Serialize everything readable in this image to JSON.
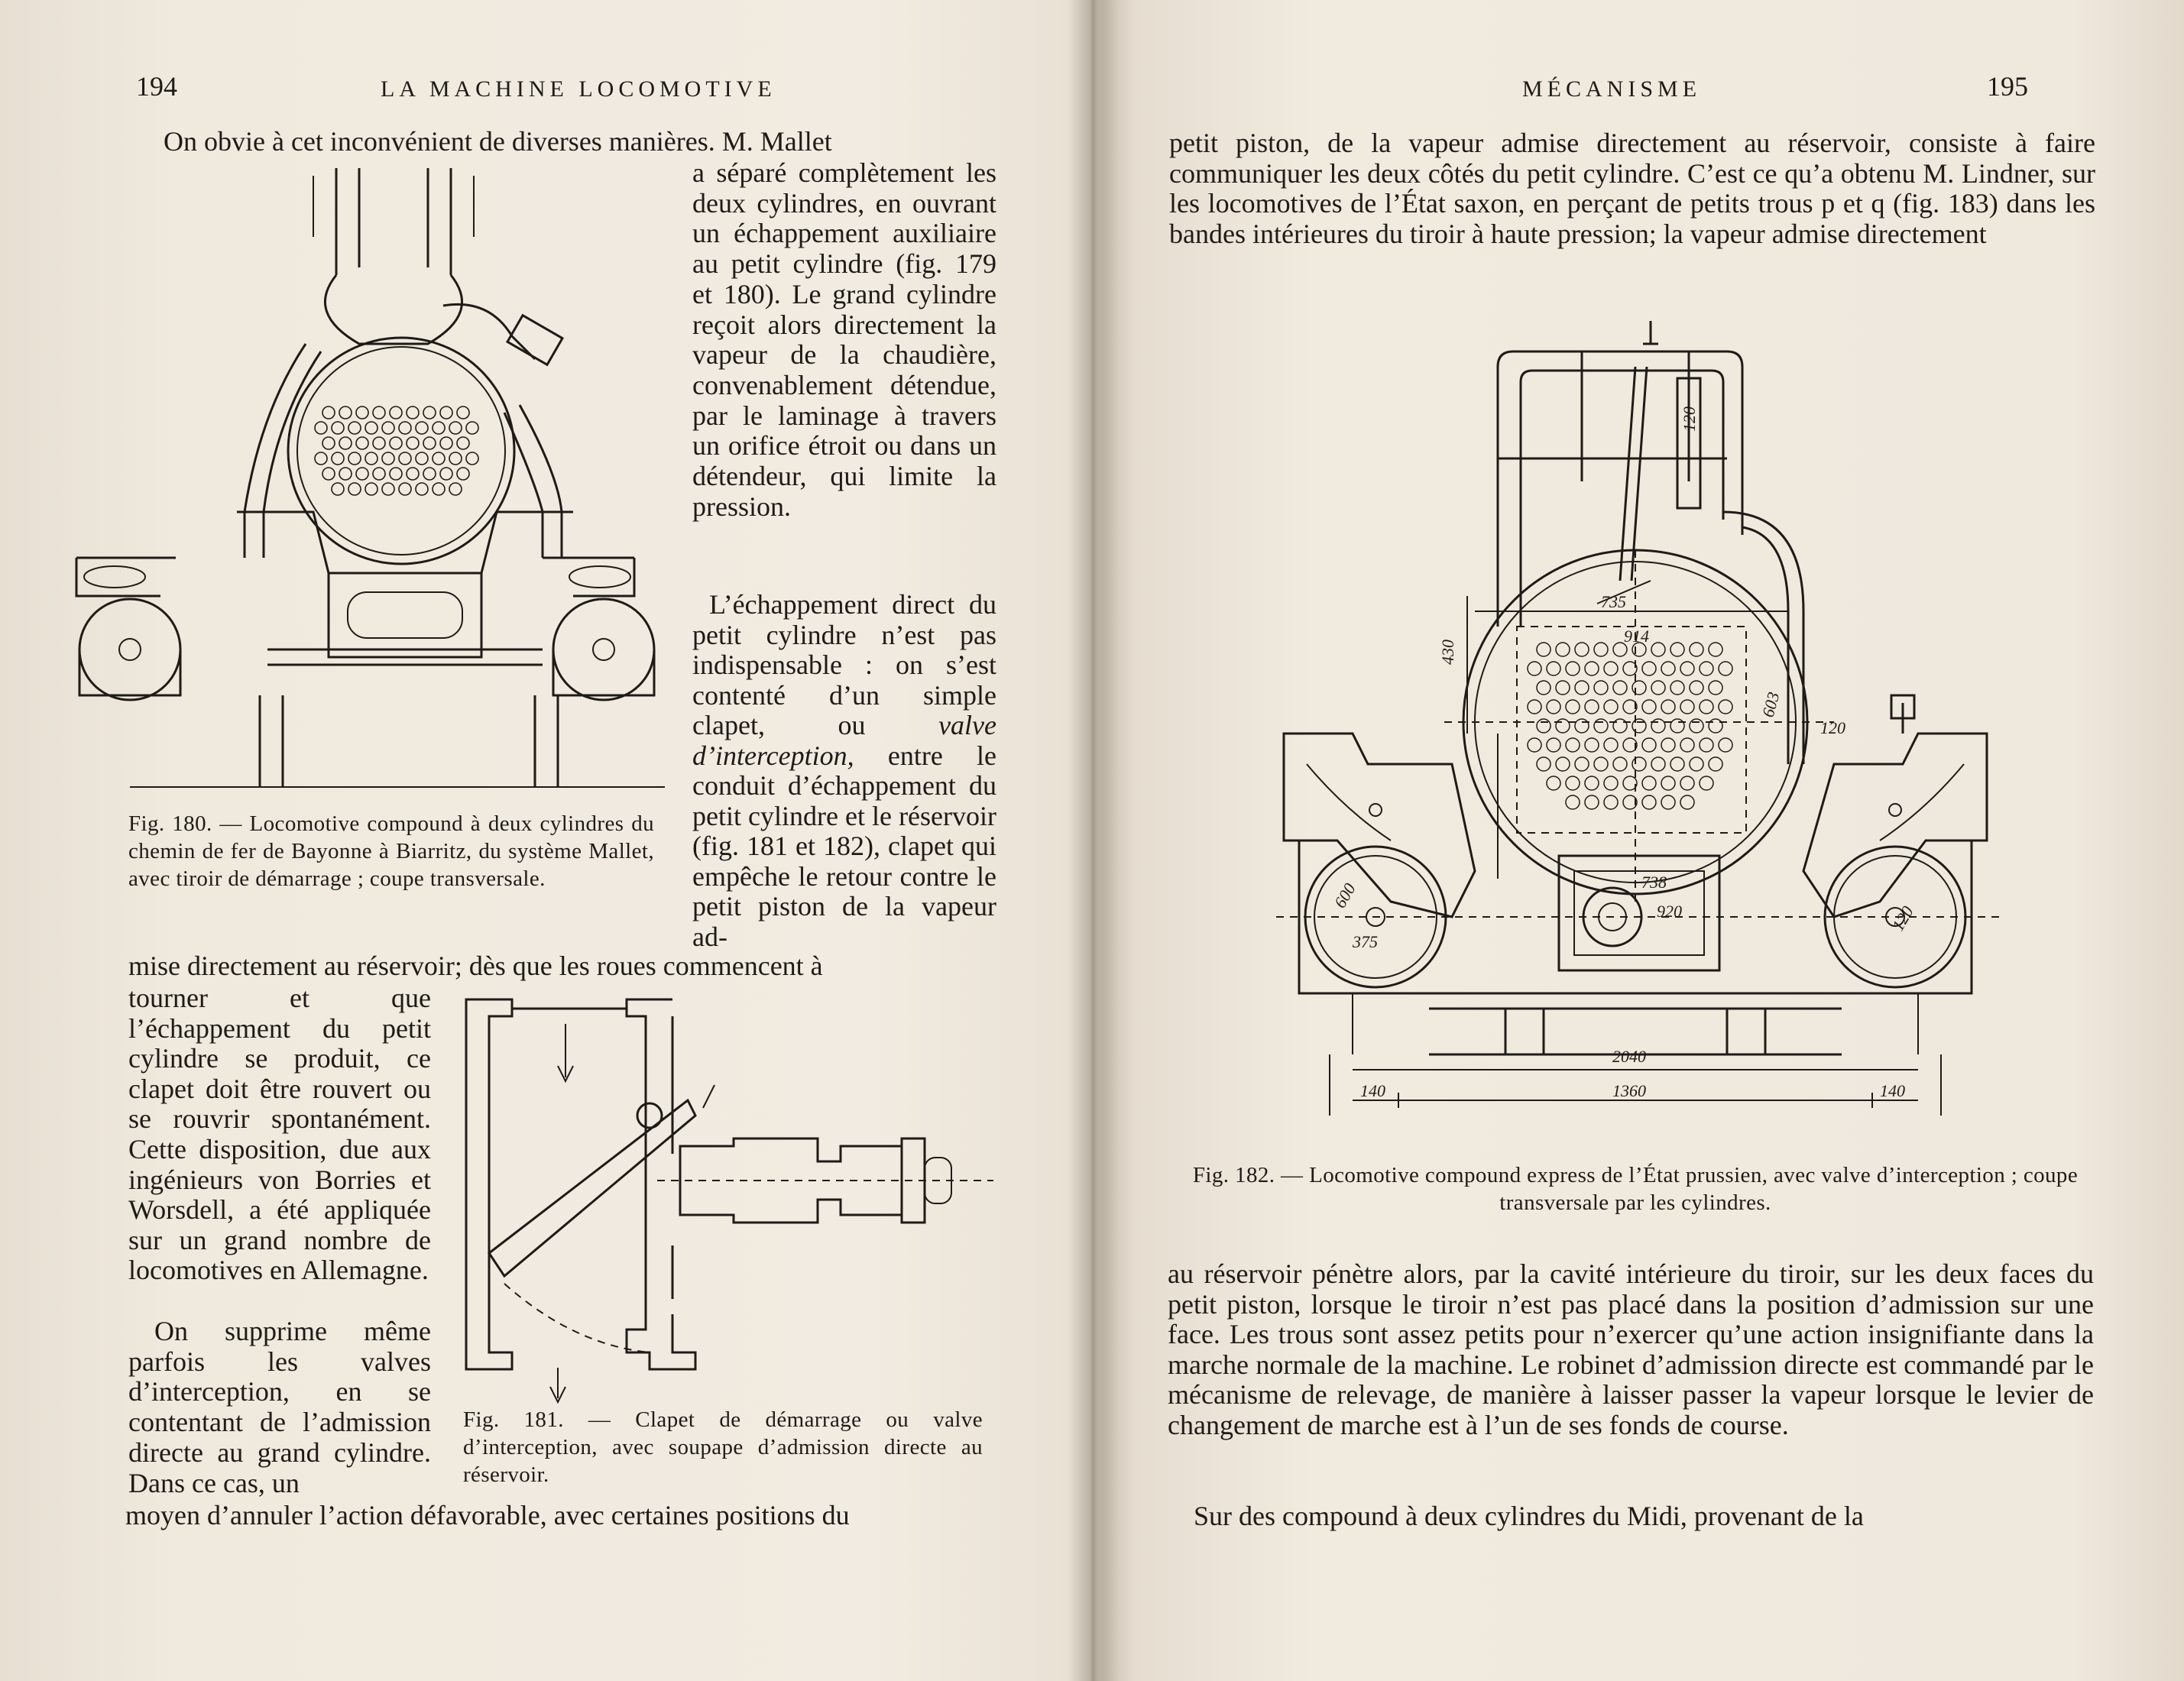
{
  "left_page": {
    "page_number": "194",
    "running_head": "LA MACHINE LOCOMOTIVE",
    "para_1_full": "On obvie à cet inconvénient de diverses manières. M. Mallet",
    "para_1_wrap": "a séparé complètement les deux cylindres, en ouvrant un échappement auxiliaire au petit cylindre (fig. 179 et 180). Le grand cylindre reçoit alors directement la vapeur de la chaudière, convenablement détendue, par le laminage à travers un orifice étroit ou dans un détendeur, qui limite la pression.",
    "para_2_wrap": "L’échappement direct du petit cylindre n’est pas indispensable : on s’est contenté d’un simple clapet, ou",
    "para_2_italic": "valve d’interception,",
    "para_2_rest": "entre le conduit d’échappement du petit cylindre et le réservoir (fig. 181 et 182), clapet qui empêche le retour contre le petit piston de la vapeur ad-",
    "para_2_full": "mise directement au réservoir; dès que les roues commencent à",
    "para_2_narrow": "tourner et que l’échappement du petit cylindre se produit, ce clapet doit être rouvert ou se rouvrir spontanément. Cette disposition, due aux ingénieurs von Borries et Worsdell, a été appliquée sur un grand nombre de locomotives en Allemagne.",
    "para_3_narrow": "On supprime même parfois les valves d’interception, en se contentant de l’admission directe au grand cylindre. Dans ce cas, un",
    "para_3_last": "moyen d’annuler l’action défavorable, avec certaines positions du",
    "fig180_caption": "Fig. 180. — Locomotive compound à deux cylindres du chemin de fer de Bayonne à Biarritz, du système Mallet, avec tiroir de démarrage ; coupe transversale.",
    "fig181_caption": "Fig. 181. — Clapet de démarrage ou valve d’interception, avec soupape d’admission directe au réservoir."
  },
  "right_page": {
    "page_number": "195",
    "running_head": "MÉCANISME",
    "para_1": "petit piston, de la vapeur admise directement au réservoir, consiste à faire communiquer les deux côtés du petit cylindre. C’est ce qu’a obtenu M. Lindner, sur les locomotives de l’État saxon, en perçant de petits trous p et q (fig. 183) dans les bandes intérieures du tiroir à haute pression; la vapeur admise directement",
    "fig182_caption": "Fig. 182. — Locomotive compound express de l’État prussien, avec valve d’interception ; coupe transversale par les cylindres.",
    "para_2": "au réservoir pénètre alors, par la cavité intérieure du tiroir, sur les deux faces du petit piston, lorsque le tiroir n’est pas placé dans la position d’admission sur une face. Les trous sont assez petits pour n’exercer qu’une action insignifiante dans la marche normale de la machine. Le robinet d’admission directe est commandé par le mécanisme de relevage, de manière à laisser passer la vapeur lorsque le levier de changement de marche est à l’un de ses fonds de course.",
    "para_3": "Sur des compound à deux cylindres du Midi, provenant de la",
    "fig182_dimensions": [
      "735",
      "914",
      "430",
      "120",
      "600",
      "375",
      "738",
      "920",
      "120",
      "2040",
      "1360",
      "140",
      "140",
      "603",
      "120"
    ]
  }
}
